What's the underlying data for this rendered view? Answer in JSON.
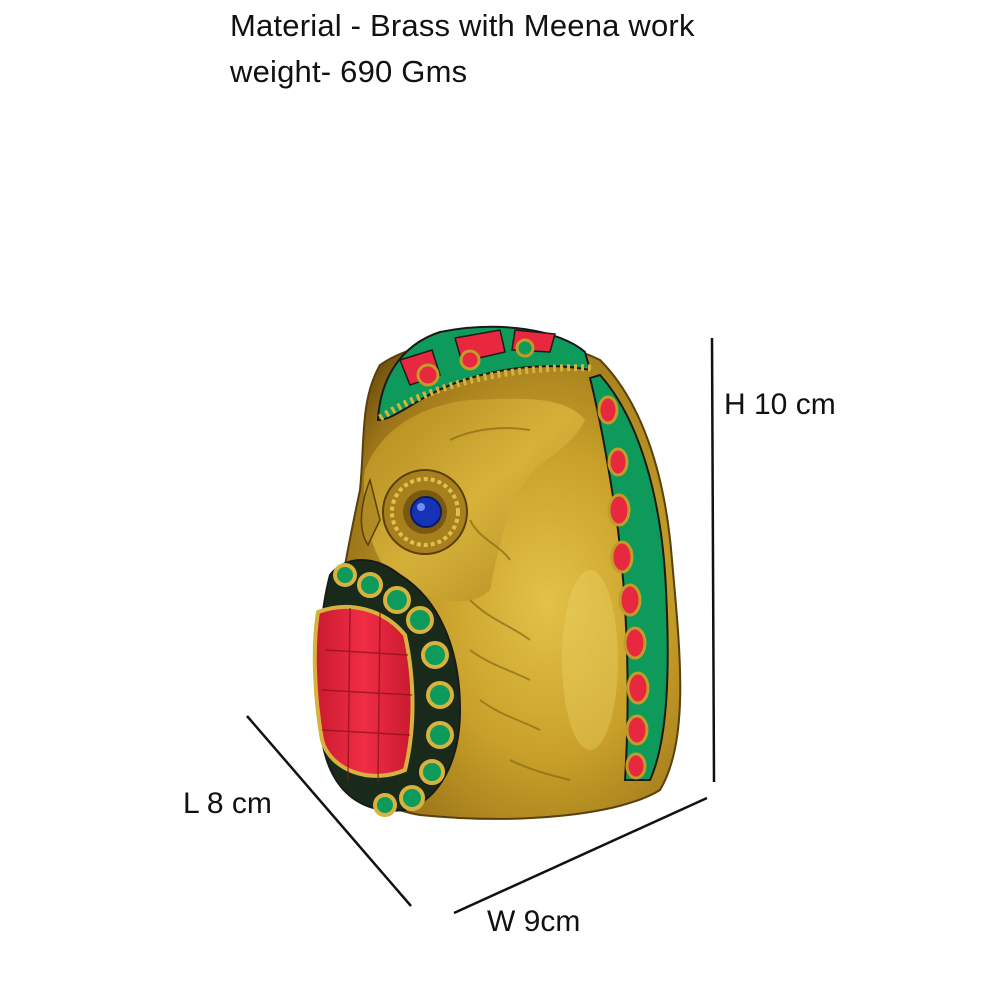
{
  "product_specs": {
    "material": "Material - Brass with Meena work",
    "weight": "weight- 690 Gms"
  },
  "dimensions": {
    "height": "H 10 cm",
    "length": "L 8 cm",
    "width": "W 9cm"
  },
  "image": {
    "subject": "brass-owl-figurine",
    "colors": {
      "brass": "#c9a12a",
      "brass_shadow": "#7a5a10",
      "coral_red": "#e8283e",
      "turquoise_green": "#0d9a5a",
      "eye_blue": "#1633b8",
      "line": "#111111"
    }
  }
}
